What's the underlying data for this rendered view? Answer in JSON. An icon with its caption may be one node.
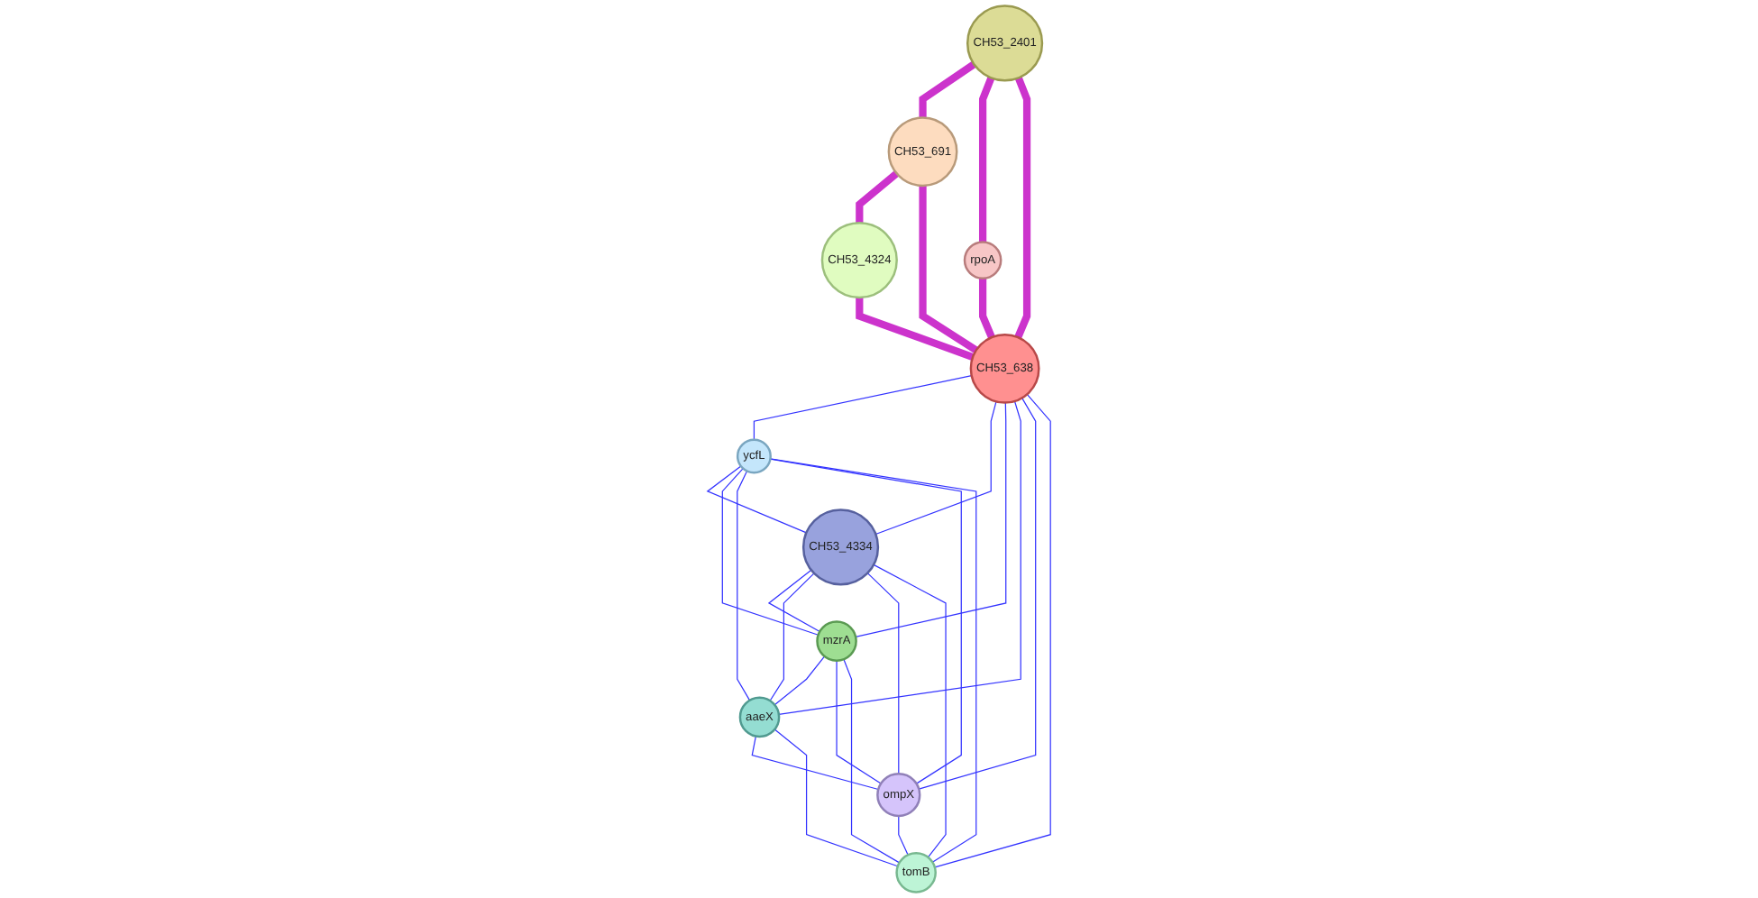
{
  "diagram": {
    "nodes": [
      {
        "text": [
          "CH53_691"
        ]
      },
      {
        "text": [
          "CH53_2401"
        ]
      },
      {
        "text": [
          "CH53_4324"
        ]
      },
      {
        "text": [
          "rpoA"
        ]
      },
      {
        "text": [
          "CH53_638"
        ]
      },
      {
        "text": [
          "ycfL"
        ]
      },
      {
        "text": [
          "CH53_4334"
        ]
      },
      {
        "text": [
          "mzrA"
        ]
      },
      {
        "text": [
          "aaeX"
        ]
      },
      {
        "text": [
          "ompX"
        ]
      },
      {
        "text": [
          "tomB"
        ]
      }
    ],
    "edges": [
      {
        "from": 1,
        "to": 0,
        "arrow": "none",
        "style": "thick",
        "color": "#cc33cc"
      },
      {
        "from": 1,
        "to": 3,
        "arrow": "none",
        "style": "thick",
        "color": "#cc33cc"
      },
      {
        "from": 1,
        "to": 4,
        "arrow": "none",
        "style": "thick",
        "color": "#cc33cc"
      },
      {
        "from": 0,
        "to": 2,
        "arrow": "none",
        "style": "thick",
        "color": "#cc33cc"
      },
      {
        "from": 0,
        "to": 4,
        "arrow": "none",
        "style": "thick",
        "color": "#cc33cc"
      },
      {
        "from": 2,
        "to": 4,
        "arrow": "none",
        "style": "thick",
        "color": "#cc33cc"
      },
      {
        "from": 3,
        "to": 4,
        "arrow": "none",
        "style": "thick",
        "color": "#cc33cc"
      },
      {
        "from": 4,
        "to": 5,
        "arrow": "none"
      },
      {
        "from": 4,
        "to": 6,
        "arrow": "none"
      },
      {
        "from": 4,
        "to": 7,
        "arrow": "none"
      },
      {
        "from": 4,
        "to": 8,
        "arrow": "none"
      },
      {
        "from": 4,
        "to": 9,
        "arrow": "none"
      },
      {
        "from": 4,
        "to": 10,
        "arrow": "none"
      },
      {
        "from": 5,
        "to": 6,
        "arrow": "none"
      },
      {
        "from": 5,
        "to": 7,
        "arrow": "none"
      },
      {
        "from": 5,
        "to": 8,
        "arrow": "none"
      },
      {
        "from": 5,
        "to": 9,
        "arrow": "none"
      },
      {
        "from": 5,
        "to": 10,
        "arrow": "none"
      },
      {
        "from": 6,
        "to": 7,
        "arrow": "none"
      },
      {
        "from": 6,
        "to": 8,
        "arrow": "none"
      },
      {
        "from": 6,
        "to": 9,
        "arrow": "none"
      },
      {
        "from": 6,
        "to": 10,
        "arrow": "none"
      },
      {
        "from": 7,
        "to": 8,
        "arrow": "none"
      },
      {
        "from": 7,
        "to": 9,
        "arrow": "none"
      },
      {
        "from": 7,
        "to": 10,
        "arrow": "none"
      },
      {
        "from": 8,
        "to": 9,
        "arrow": "none"
      },
      {
        "from": 8,
        "to": 10,
        "arrow": "none"
      },
      {
        "from": 9,
        "to": 10,
        "arrow": "none"
      }
    ]
  }
}
